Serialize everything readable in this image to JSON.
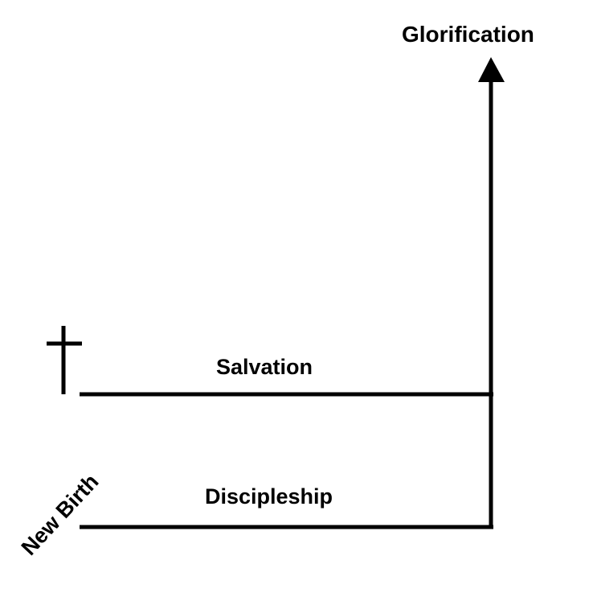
{
  "labels": {
    "top": "Glorification",
    "middle": "Salvation",
    "bottom": "Discipleship",
    "start": "New Birth"
  },
  "icons": {
    "start_marker": "cross-icon"
  },
  "colors": {
    "line": "#000000",
    "background": "#ffffff"
  }
}
